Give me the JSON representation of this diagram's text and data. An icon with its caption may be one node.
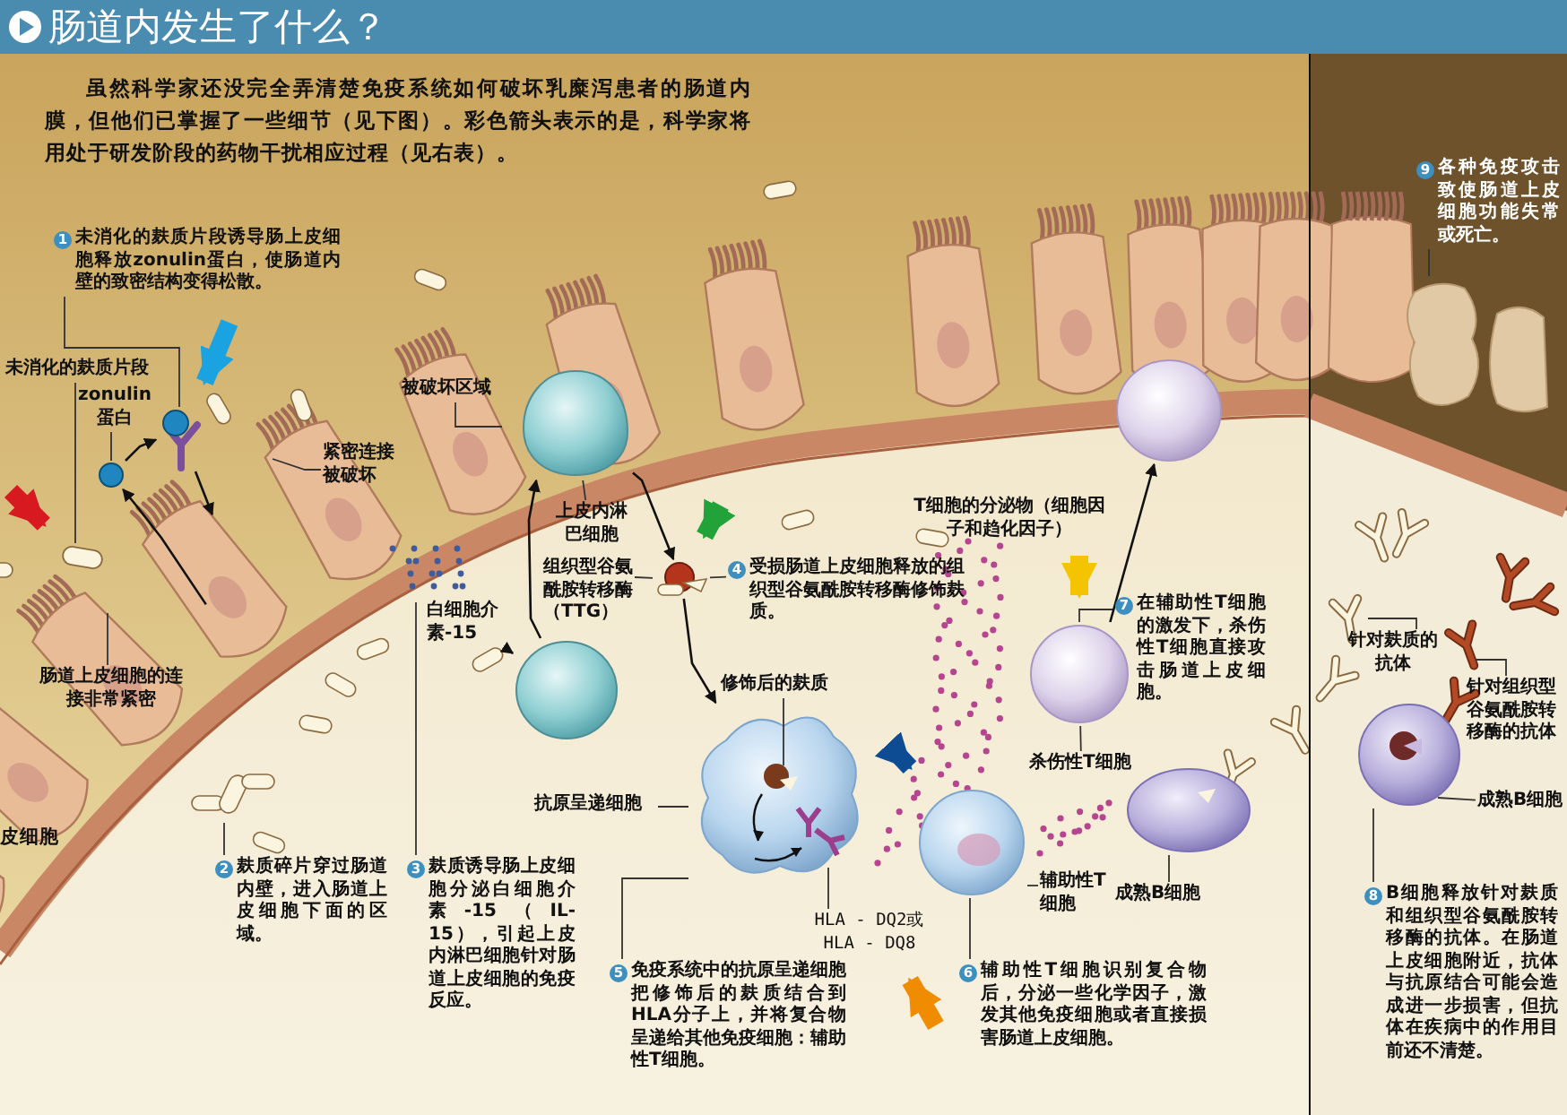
{
  "diagram": {
    "title": "肠道内发生了什么？",
    "nodes": [
      {
        "text": [
          "未消化的麸质片段"
        ]
      },
      {
        "text": [
          "1",
          "未消化的麸质片段诱导肠上皮细胞释放zonulin蛋白，使肠道内壁的致密结构变得松散。"
        ]
      },
      {
        "text": [
          "zonulin蛋白"
        ]
      },
      {
        "text": [
          "紧密连接被破坏"
        ]
      },
      {
        "text": [
          "被破坏区域"
        ]
      },
      {
        "text": [
          "肠道上皮细胞的连接非常紧密"
        ]
      },
      {
        "text": [
          "上皮内淋巴细胞"
        ]
      },
      {
        "text": [
          "组织型谷氨酰胺转移酶（TTG）"
        ]
      },
      {
        "text": [
          "4",
          "受损肠道上皮细胞释放的组织型谷氨酰胺转移酶修饰麸质。"
        ]
      },
      {
        "text": [
          "白细胞介素-15"
        ]
      },
      {
        "text": [
          "7",
          "在辅助性T细胞的激发下，杀伤性T细胞直接攻击肠道上皮细胞。"
        ]
      },
      {
        "text": [
          "杀伤性T细胞"
        ]
      },
      {
        "text": [
          "修饰后的麸质"
        ]
      },
      {
        "text": [
          "抗原呈递细胞"
        ]
      },
      {
        "text": [
          "HLA - DQ2或HLA - DQ8"
        ]
      },
      {
        "text": [
          "辅助性T细胞"
        ]
      },
      {
        "text": [
          "成熟B细胞"
        ]
      },
      {
        "text": [
          "2",
          "麸质碎片穿过肠道内壁，进入肠道上皮细胞下面的区域。"
        ]
      },
      {
        "text": [
          "3",
          "麸质诱导肠上皮细胞分泌白细胞介素-15（IL-15），引起上皮内淋巴细胞针对肠道上皮细胞的免疫反应。"
        ]
      },
      {
        "text": [
          "5",
          "免疫系统中的抗原呈递细胞把修饰后的麸质结合到HLA分子上，并将复合物呈递给其他免疫细胞：辅助性T细胞。"
        ]
      },
      {
        "text": [
          "6",
          "辅助性T细胞识别复合物后，分泌一些化学因子，激发其他免疫细胞或者直接损害肠道上皮细胞。"
        ]
      },
      {
        "text": [
          "9",
          "各种免疫攻击致使肠道上皮细胞功能失常或死亡。"
        ]
      },
      {
        "text": [
          "针对麸质的抗体"
        ]
      },
      {
        "text": [
          "针对组织型谷氨酰胺转移酶的抗体"
        ]
      },
      {
        "text": [
          "成熟B细胞"
        ]
      },
      {
        "text": [
          "8",
          "B细胞释放针对麸质和组织型谷氨酰胺转移酶的抗体。在肠道上皮细胞附近，抗体与抗原结合可能会造成进一步损害，但抗体在疾病中的作用目前还不清楚。"
        ]
      },
      {
        "text": [],
        "shape": "box"
      },
      {
        "text": [],
        "shape": "circle"
      },
      {
        "text": [],
        "shape": "picture"
      },
      {
        "text": [],
        "shape": "circle"
      },
      {
        "text": [],
        "shape": "circle"
      },
      {
        "text": [],
        "shape": "circle"
      },
      {
        "text": [],
        "shape": "picture"
      },
      {
        "text": [],
        "shape": "circle"
      },
      {
        "text": [],
        "shape": "circle"
      },
      {
        "text": [],
        "shape": "circle"
      },
      {
        "text": [],
        "shape": "circle"
      },
      {
        "text": [],
        "shape": "picture"
      },
      {
        "text": [],
        "shape": "circle"
      },
      {
        "text": [],
        "shape": "picture"
      },
      {
        "text": [],
        "shape": "picture"
      },
      {
        "text": [],
        "shape": "picture"
      }
    ],
    "edges": [
      {
        "from": 0,
        "to": 26,
        "arrow": "none"
      },
      {
        "from": 1,
        "to": 28,
        "arrow": "none"
      },
      {
        "from": 2,
        "to": 27,
        "arrow": "none"
      },
      {
        "from": 3,
        "to": null,
        "arrow": "none"
      },
      {
        "from": 4,
        "to": null,
        "arrow": "none"
      },
      {
        "from": 5,
        "to": null,
        "arrow": "none"
      },
      {
        "from": 6,
        "to": 29,
        "arrow": "none"
      },
      {
        "from": 7,
        "to": 30,
        "arrow": "none"
      },
      {
        "from": 8,
        "to": 30,
        "arrow": "none"
      },
      {
        "from": 10,
        "to": 34,
        "arrow": "none"
      },
      {
        "from": 11,
        "to": 34,
        "arrow": "none"
      },
      {
        "from": 12,
        "to": 32,
        "arrow": "none"
      },
      {
        "from": 13,
        "to": 32,
        "arrow": "none"
      },
      {
        "from": 14,
        "to": 32,
        "arrow": "none"
      },
      {
        "from": 15,
        "to": 33,
        "arrow": "none"
      },
      {
        "from": 16,
        "to": 36,
        "arrow": "none"
      },
      {
        "from": 17,
        "to": 37,
        "arrow": "none"
      },
      {
        "from": 18,
        "to": 40,
        "arrow": "none"
      },
      {
        "from": 19,
        "to": 32,
        "arrow": "none"
      },
      {
        "from": 20,
        "to": 33,
        "arrow": "none"
      },
      {
        "from": 21,
        "to": 39,
        "arrow": "none"
      },
      {
        "from": 22,
        "to": null,
        "arrow": "none"
      },
      {
        "from": 23,
        "to": null,
        "arrow": "none"
      },
      {
        "from": 24,
        "to": 38,
        "arrow": "none"
      },
      {
        "from": 25,
        "to": 38,
        "arrow": "none"
      },
      {
        "from": 27,
        "to": 28,
        "arrow": "to"
      },
      {
        "from": 41,
        "to": 27,
        "arrow": "to"
      },
      {
        "from": 28,
        "to": 41,
        "arrow": "to"
      },
      {
        "from": 29,
        "to": 30,
        "arrow": "to"
      },
      {
        "from": 30,
        "to": 32,
        "arrow": "to"
      },
      {
        "from": 9,
        "to": 31,
        "arrow": "to"
      },
      {
        "from": 31,
        "to": 29,
        "arrow": "to"
      },
      {
        "from": 34,
        "to": 35,
        "arrow": "to"
      },
      {
        "from": null,
        "to": 26,
        "arrow": "to",
        "style": "thick",
        "color": "#d71920"
      },
      {
        "from": null,
        "to": 28,
        "arrow": "to",
        "style": "thick",
        "color": "#1aa3e0"
      },
      {
        "from": null,
        "to": 30,
        "arrow": "to",
        "style": "thick",
        "color": "#22a33a"
      },
      {
        "from": null,
        "to": 34,
        "arrow": "to",
        "style": "thick",
        "color": "#f5c400"
      },
      {
        "from": null,
        "to": 33,
        "arrow": "to",
        "style": "thick",
        "color": "#0d4c92"
      },
      {
        "from": null,
        "to": 14,
        "arrow": "to",
        "style": "thick",
        "color": "#f08c00"
      }
    ],
    "labels": [
      "虽然科学家还没完全弄清楚免疫系统如何破坏乳糜泻患者的肠道内膜，但他们已掌握了一些细节（见下图）。彩色箭头表示的是，科学家将用处于研发阶段的药物干扰相应过程（见右表）。",
      "T细胞的分泌物（细胞因子和趋化因子）",
      "皮细胞"
    ]
  }
}
